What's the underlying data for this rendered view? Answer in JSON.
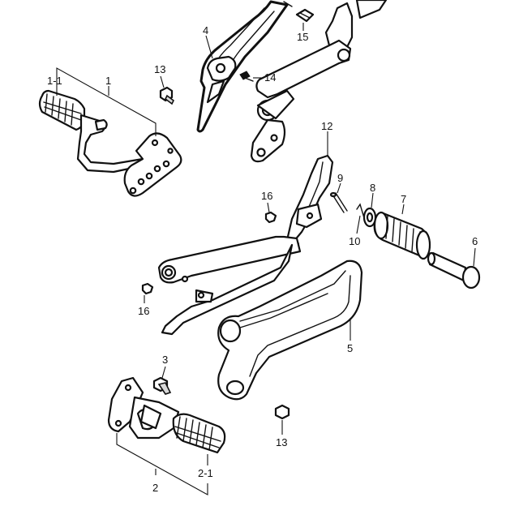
{
  "callouts": {
    "c1_1": "1-1",
    "c1": "1",
    "c13_top": "13",
    "c4": "4",
    "c14": "14",
    "c15": "15",
    "c12": "12",
    "c16_top": "16",
    "c9": "9",
    "c8": "8",
    "c7": "7",
    "c10": "10",
    "c6": "6",
    "c16_bottom": "16",
    "c5": "5",
    "c3": "3",
    "c13_bottom": "13",
    "c2": "2",
    "c2_1": "2-1"
  }
}
